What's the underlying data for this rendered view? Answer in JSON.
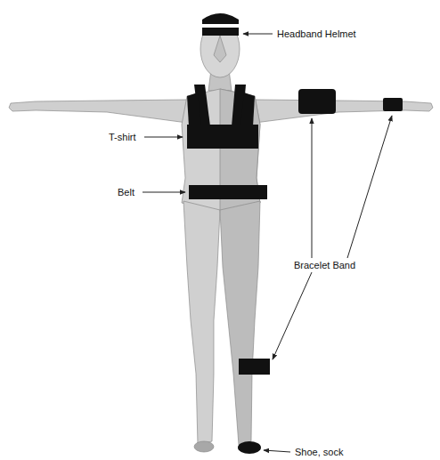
{
  "diagram": {
    "labels": [
      "Headband Helmet",
      "T-shirt",
      "Belt",
      "Bracelet Band",
      "Shoe, sock"
    ]
  }
}
